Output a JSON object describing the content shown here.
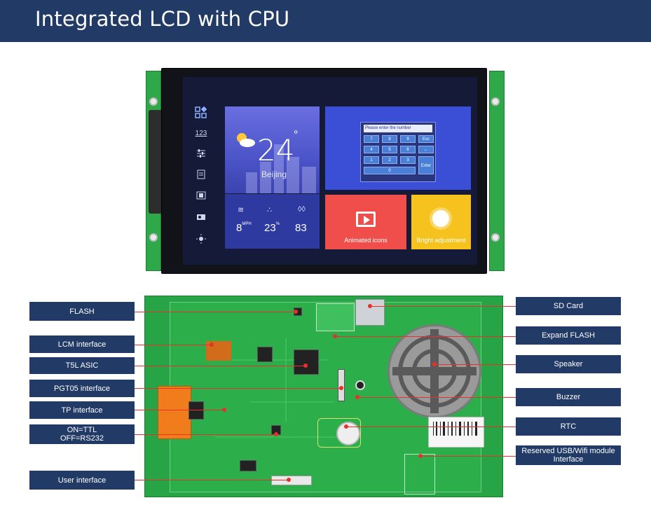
{
  "header": {
    "title": "Integrated LCD with CPU"
  },
  "screen": {
    "weather": {
      "temperature": "24",
      "degree_symbol": "°",
      "city": "Beijing"
    },
    "stats": [
      {
        "value": "8",
        "unit": "MPH",
        "icon": "wind-icon"
      },
      {
        "value": "23",
        "unit": "%",
        "icon": "humidity-icon"
      },
      {
        "value": "83",
        "unit": "",
        "icon": "water-drop-icon"
      }
    ],
    "keypad": {
      "prompt": "Please enter the number",
      "keys": [
        "7",
        "8",
        "9",
        "Esc",
        "4",
        "5",
        "6",
        "←",
        "1",
        "2",
        "3",
        "Enter",
        "0"
      ]
    },
    "animated": {
      "label": "Animated icons"
    },
    "bright": {
      "label": "Bright adjustment"
    },
    "nav_icons": [
      "grid-icon",
      "numbers-icon",
      "sliders-icon",
      "document-icon",
      "film-icon",
      "toggle-icon",
      "brightness-icon"
    ],
    "nav_123": "123"
  },
  "labels_left": [
    {
      "text": "FLASH"
    },
    {
      "text": "LCM interface"
    },
    {
      "text": "T5L ASIC"
    },
    {
      "text": "PGT05 interface"
    },
    {
      "text": "TP interface"
    },
    {
      "text": "ON=TTL\nOFF=RS232"
    },
    {
      "text": "User interface"
    }
  ],
  "labels_right": [
    {
      "text": "SD Card"
    },
    {
      "text": "Expand FLASH"
    },
    {
      "text": "Speaker"
    },
    {
      "text": "Buzzer"
    },
    {
      "text": "RTC"
    },
    {
      "text": "Reserved USB/Wifi module\nInterface"
    }
  ],
  "colors": {
    "banner": "#223a66",
    "label_bg": "#223a66",
    "leader_line": "#e8312a",
    "pcb": "#27a445"
  }
}
